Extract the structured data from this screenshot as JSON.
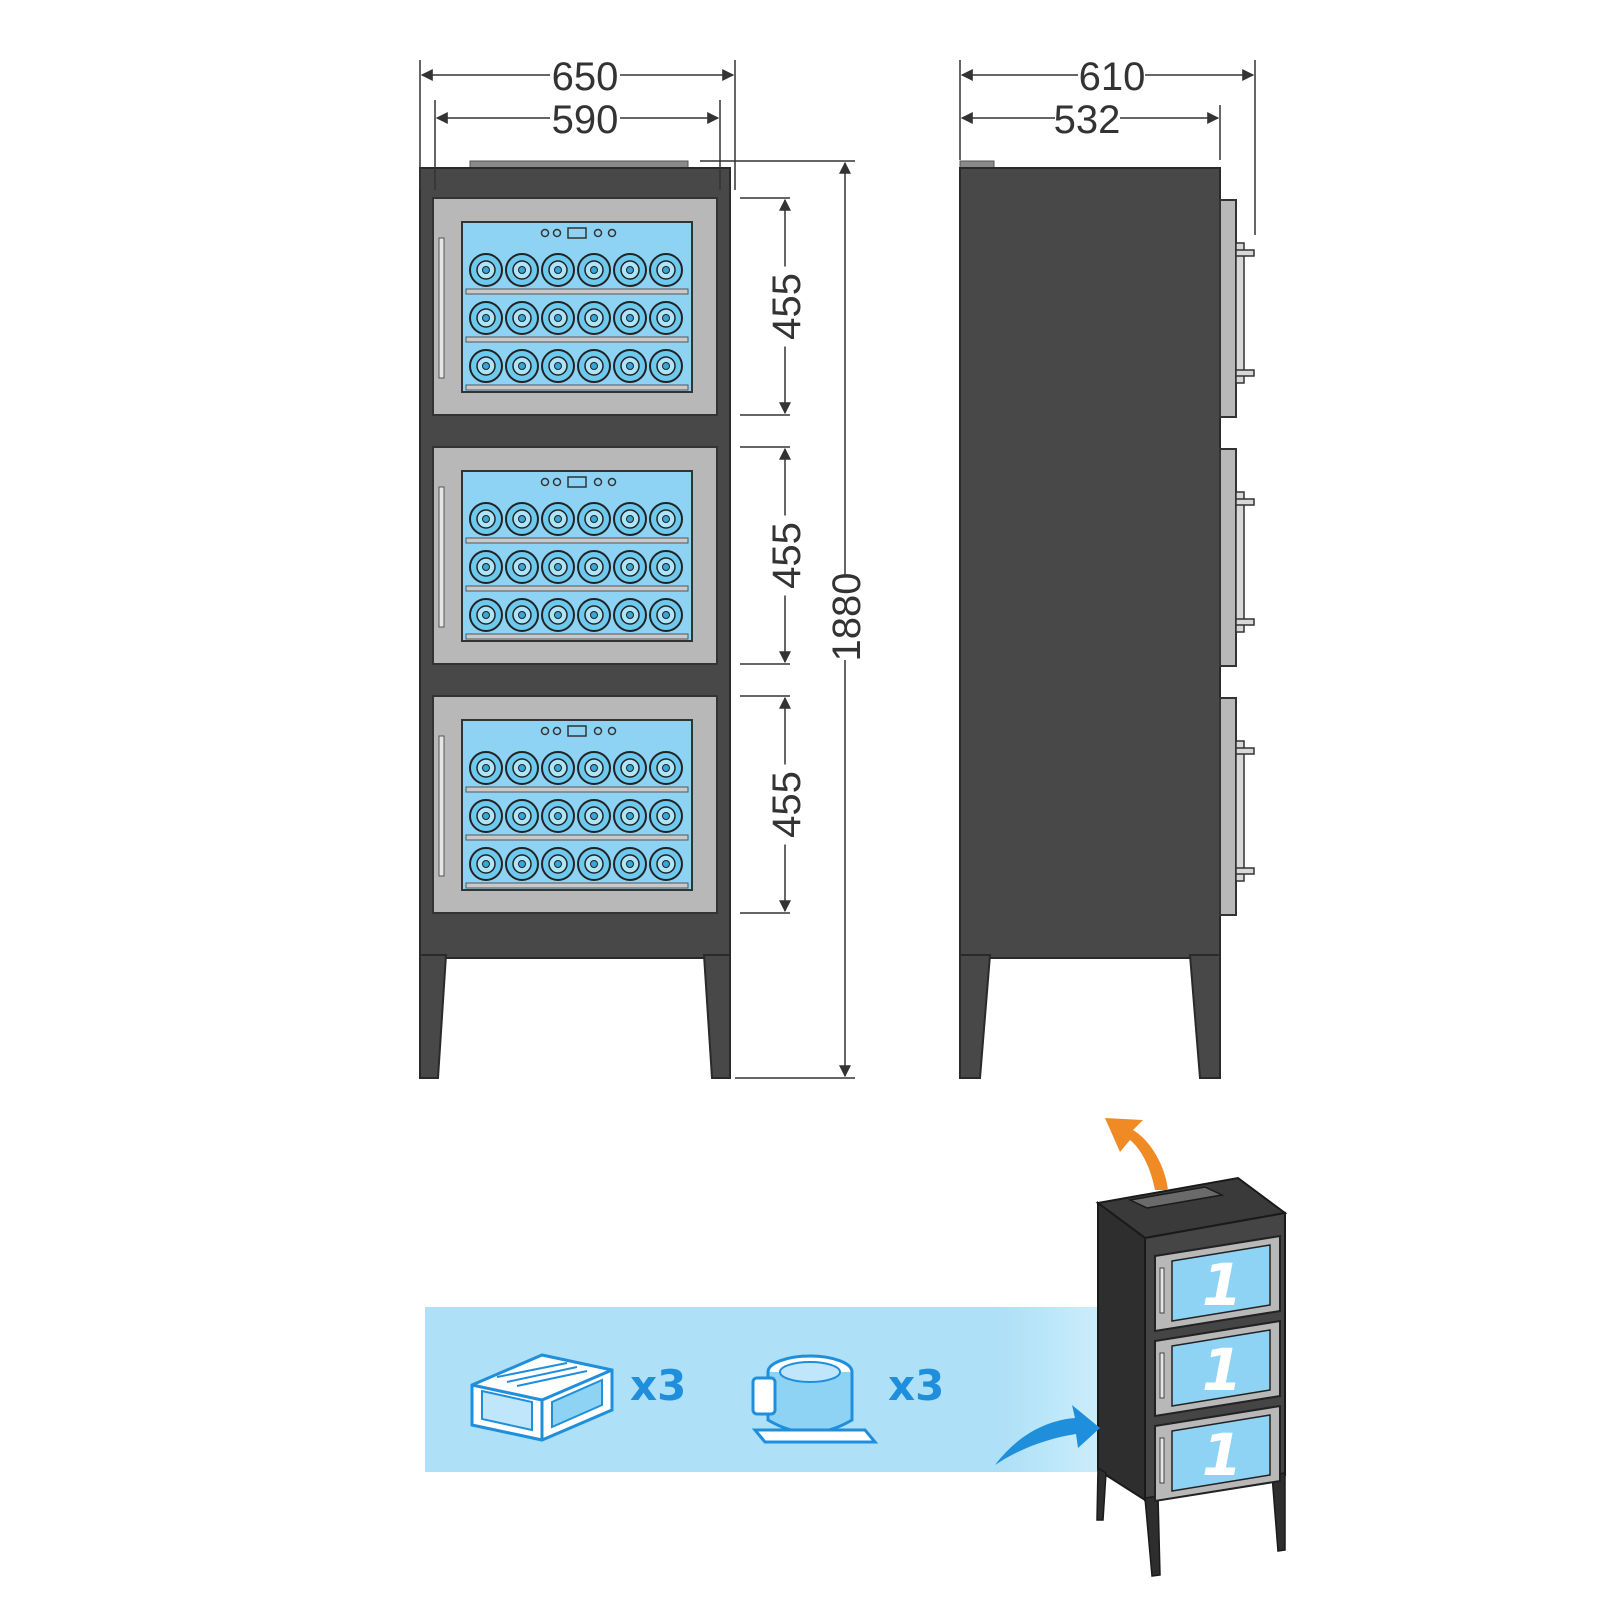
{
  "front_view": {
    "width_outer": "650",
    "width_inner": "590",
    "compartment_heights": [
      "455",
      "455",
      "455"
    ],
    "total_height": "1880"
  },
  "side_view": {
    "depth_total": "610",
    "depth_body": "532"
  },
  "features": {
    "controller_icon": "control-unit-icon",
    "controller_count": "x3",
    "compressor_icon": "compressor-icon",
    "compressor_count": "x3"
  },
  "isometric_view": {
    "door_labels": [
      "1",
      "1",
      "1"
    ]
  },
  "colors": {
    "cabinet": "#484848",
    "door_frame": "#b8b8b8",
    "glass": "#8fd3f4",
    "band": "#aee0f7",
    "accent_orange": "#f08a24",
    "accent_blue": "#1f8fdc"
  }
}
